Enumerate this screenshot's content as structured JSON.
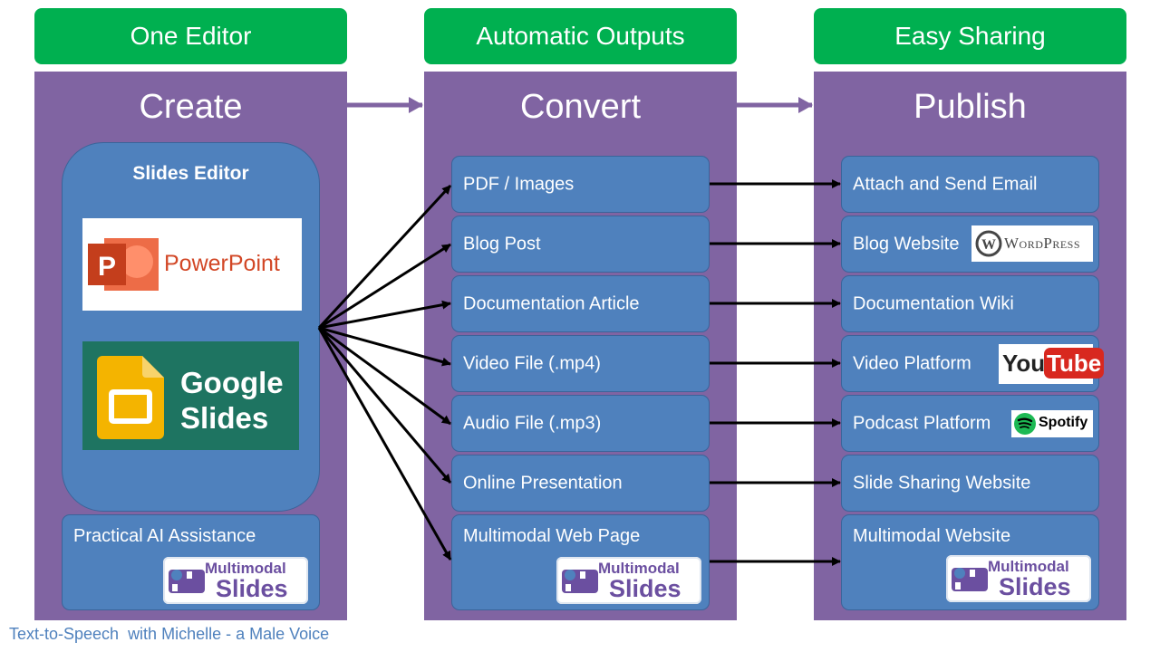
{
  "headers": [
    "One Editor",
    "Automatic Outputs",
    "Easy Sharing"
  ],
  "columns": {
    "create": "Create",
    "convert": "Convert",
    "publish": "Publish"
  },
  "create": {
    "editor_title": "Slides Editor",
    "powerpoint_label": "PowerPoint",
    "google_line1": "Google",
    "google_line2": "Slides",
    "ai_label": "Practical AI Assistance"
  },
  "outputs": [
    "PDF / Images",
    "Blog Post",
    "Documentation Article",
    "Video File (.mp4)",
    "Audio File (.mp3)",
    "Online Presentation",
    "Multimodal Web Page"
  ],
  "destinations": [
    "Attach and Send Email",
    "Blog Website",
    "Documentation Wiki",
    "Video Platform",
    "Podcast Platform",
    "Slide Sharing Website",
    "Multimodal Website"
  ],
  "logos": {
    "multimodal_top": "Multimodal",
    "multimodal_bottom": "Slides",
    "wordpress_w": "W",
    "wordpress": "WordPress",
    "youtube_you": "You",
    "youtube_tube": "Tube",
    "spotify": "Spotify"
  },
  "footer": "Text-to-Speech  with Michelle - a Male Voice",
  "colors": {
    "header_green": "#00b050",
    "column_purple": "#8064a2",
    "box_blue": "#4f81bd",
    "arrow": "#000000"
  }
}
